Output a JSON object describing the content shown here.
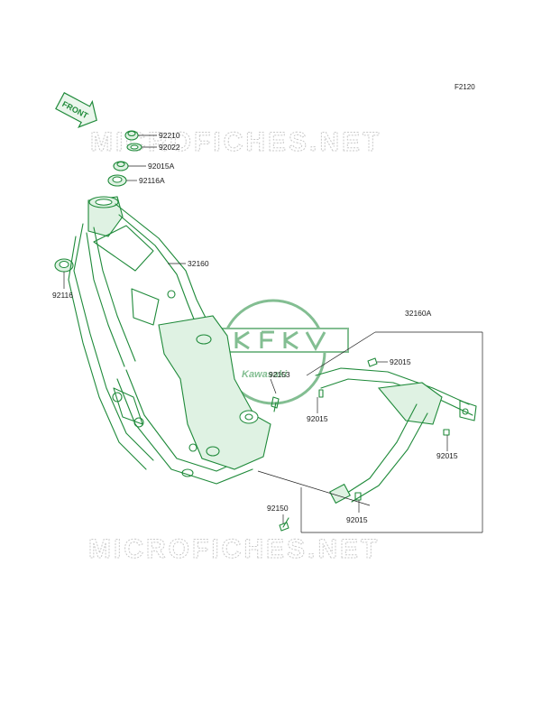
{
  "figure_code": "F2120",
  "direction_arrow": {
    "label": "FRONT",
    "color": "#1f8a3a"
  },
  "watermark": {
    "text": "MICROFICHES.NET",
    "color": "#c9c9c9"
  },
  "brand_logo": {
    "text": "Kawasaki",
    "color": "#1f8a3a"
  },
  "ink_color": "#1f8a3a",
  "parts": [
    {
      "id": "p-92210",
      "number": "92210"
    },
    {
      "id": "p-92022",
      "number": "92022"
    },
    {
      "id": "p-92015A",
      "number": "92015A"
    },
    {
      "id": "p-92116A",
      "number": "92116A"
    },
    {
      "id": "p-92116",
      "number": "92116"
    },
    {
      "id": "p-32160",
      "number": "32160"
    },
    {
      "id": "p-32160A",
      "number": "32160A"
    },
    {
      "id": "p-92153",
      "number": "92153"
    },
    {
      "id": "p-92015-a",
      "number": "92015"
    },
    {
      "id": "p-92015-b",
      "number": "92015"
    },
    {
      "id": "p-92015-c",
      "number": "92015"
    },
    {
      "id": "p-92015-d",
      "number": "92015"
    },
    {
      "id": "p-92150",
      "number": "92150"
    }
  ]
}
